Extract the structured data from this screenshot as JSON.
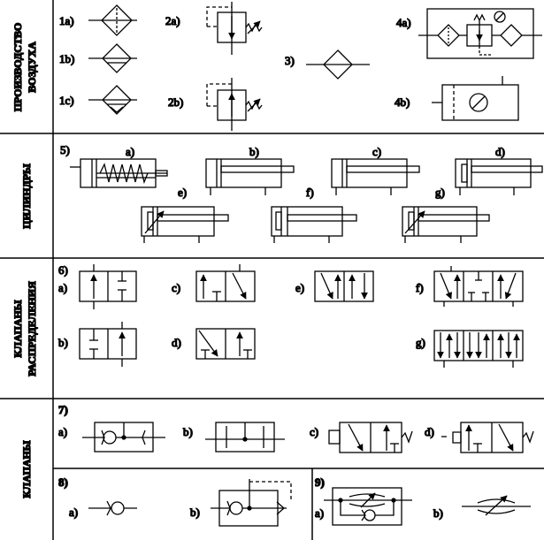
{
  "sections": {
    "air": {
      "title_line1": "ПРОИЗВОДСТВО",
      "title_line2": "ВОЗДУХА"
    },
    "cylinders": {
      "title": "ЦИЛИНДРЫ"
    },
    "distribution": {
      "title_line1": "КЛАПАНЫ",
      "title_line2": "РАСПРЕДЕЛЕНИЯ"
    },
    "valves": {
      "title": "КЛАПАНЫ"
    }
  },
  "labels": {
    "s1a": "1a)",
    "s1b": "1b)",
    "s1c": "1c)",
    "s2a": "2a)",
    "s2b": "2b)",
    "s3": "3)",
    "s4a": "4a)",
    "s4b": "4b)",
    "s5": "5)",
    "c_a": "a)",
    "c_b": "b)",
    "c_c": "c)",
    "c_d": "d)",
    "c_e": "e)",
    "c_f": "f)",
    "c_g": "g)",
    "s6": "6)",
    "d_a": "a)",
    "d_b": "b)",
    "d_c": "c)",
    "d_d": "d)",
    "d_e": "e)",
    "d_f": "f)",
    "d_g": "g)",
    "s7": "7)",
    "v7_a": "a)",
    "v7_b": "b)",
    "v7_c": "c)",
    "v7_d": "d)",
    "s8": "8)",
    "v8_a": "a)",
    "v8_b": "b)",
    "s9": "9)",
    "v9_a": "a)",
    "v9_b": "b)"
  },
  "colors": {
    "ink": "#000000",
    "background": "#ffffff"
  }
}
